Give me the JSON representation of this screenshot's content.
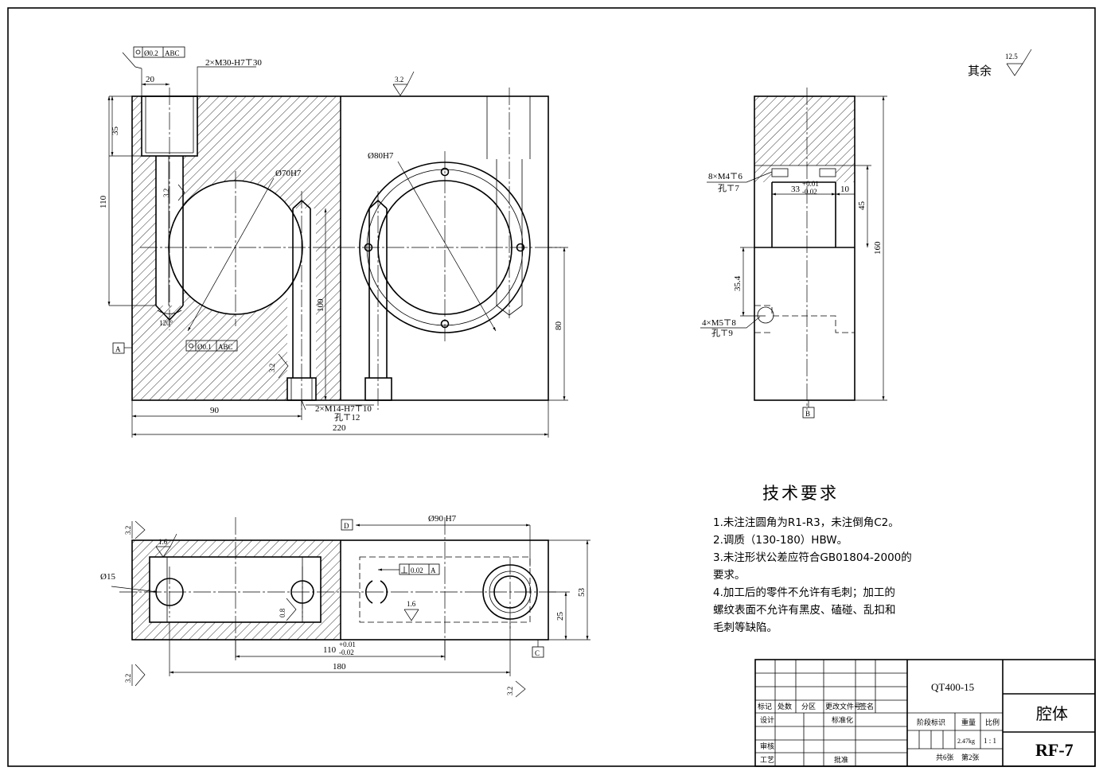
{
  "notes": {
    "title": "技术要求",
    "items": [
      "1.未注注圆角为R1-R3，未注倒角C2。",
      "2.调质（130-180）HBW。",
      "3.未注形状公差应符合GB01804-2000的\n要求。",
      "4.加工后的零件不允许有毛刺；加工的\n螺纹表面不允许有黑皮、磕碰、乱扣和\n毛刺等缺陷。"
    ]
  },
  "surface_finish": {
    "general_label": "其余",
    "general_value": "12.5"
  },
  "front_view": {
    "tol_top": "Ø0.2",
    "tol_top_datums": "ABC",
    "thread_top": "2×M30-H7⊤30",
    "dim_20": "20",
    "dim_35": "35",
    "dim_110": "110",
    "rough_top": "3.2",
    "rough_hole": "3.2",
    "rough_lower": "3.2",
    "bore_70": "Ø70H7",
    "bore_80": "Ø80H7",
    "angle": "120°",
    "tol_bore": "Ø0.1",
    "tol_bore_datums": "ABC",
    "datum_a": "A",
    "dim_100": "100",
    "dim_80": "80",
    "dim_90": "90",
    "dim_220": "220",
    "thread_bottom": "2×M14-H7⊤10",
    "hole_bottom": "孔⊤12"
  },
  "side_view": {
    "thread_8": "8×M4⊤6",
    "hole_8": "孔⊤7",
    "dim_33": "33",
    "dim_33_tol_upper": "+0.01",
    "dim_33_tol_lower": "-0.02",
    "dim_10": "10",
    "dim_45": "45",
    "dim_160": "160",
    "dim_354": "35.4",
    "thread_4": "4×M5⊤8",
    "hole_4": "孔⊤9",
    "datum_b": "B"
  },
  "bottom_view": {
    "rough_tl": "3.2",
    "rough_16a": "1.6",
    "dia_15": "Ø15",
    "rough_08": "0.8",
    "datum_d": "D",
    "dia_90": "Ø90 H7",
    "tol_perp": "0.02",
    "tol_perp_datum": "A",
    "rough_16b": "1.6",
    "dim_53": "53",
    "dim_25": "25",
    "dim_110": "110",
    "dim_110_tol_upper": "+0.01",
    "dim_110_tol_lower": "-0.02",
    "datum_c": "C",
    "dim_180": "180",
    "rough_bl": "3.2",
    "rough_br": "3.2"
  },
  "title_block": {
    "material": "QT400-15",
    "part_name": "腔体",
    "drawing_no": "RF-7",
    "headers": [
      "标记",
      "处数",
      "分区",
      "更改文件号",
      "签名"
    ],
    "standard": "标准化",
    "design": "设计",
    "review": "审核",
    "process": "工艺",
    "approve": "批准",
    "stage": "阶段标识",
    "weight_label": "重量",
    "scale_label": "比例",
    "weight": "2.47kg",
    "scale": "1 : 1",
    "sheets_total": "共6张",
    "sheet_no": "第2张"
  }
}
